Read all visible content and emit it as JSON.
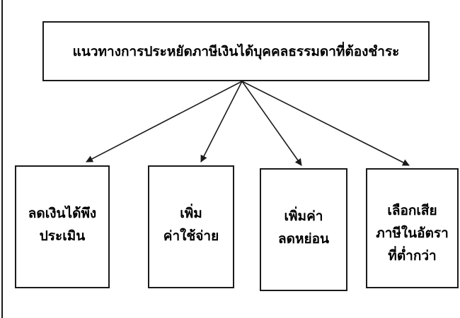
{
  "diagram": {
    "root": {
      "label": "แนวทางการประหยัดภาษีเงินได้บุคคลธรรมดาที่ต้องชำระ"
    },
    "children": [
      {
        "lines": [
          "ลดเงินได้พึง",
          "ประเมิน"
        ]
      },
      {
        "lines": [
          "เพิ่ม",
          "ค่าใช้จ่าย"
        ]
      },
      {
        "lines": [
          "เพิ่มค่า",
          "ลดหย่อน"
        ]
      },
      {
        "lines": [
          "เลือกเสีย",
          "ภาษีในอัตรา",
          "ที่ต่ำกว่า"
        ]
      }
    ],
    "colors": {
      "stroke": "#1a1a1a",
      "background": "#ffffff"
    }
  }
}
